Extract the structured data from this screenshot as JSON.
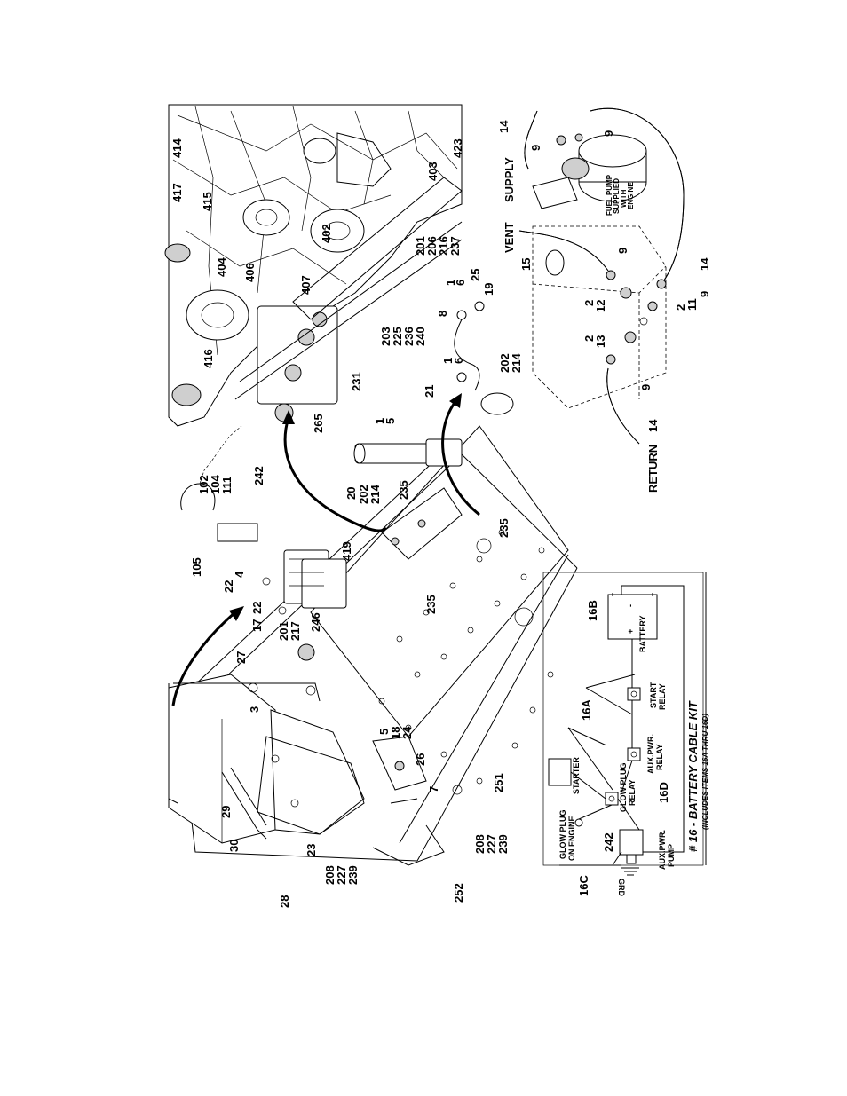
{
  "diagram": {
    "callouts": [
      {
        "id": "c414",
        "text": "414"
      },
      {
        "id": "c417",
        "text": "417"
      },
      {
        "id": "c415",
        "text": "415"
      },
      {
        "id": "c404",
        "text": "404"
      },
      {
        "id": "c406",
        "text": "406"
      },
      {
        "id": "c402",
        "text": "402"
      },
      {
        "id": "c407",
        "text": "407"
      },
      {
        "id": "c416",
        "text": "416"
      },
      {
        "id": "c403",
        "text": "403"
      },
      {
        "id": "c423",
        "text": "423"
      },
      {
        "id": "c201a",
        "text": "201"
      },
      {
        "id": "c206",
        "text": "206"
      },
      {
        "id": "c216",
        "text": "216"
      },
      {
        "id": "c237",
        "text": "237"
      },
      {
        "id": "c203",
        "text": "203"
      },
      {
        "id": "c225",
        "text": "225"
      },
      {
        "id": "c236",
        "text": "236"
      },
      {
        "id": "c240",
        "text": "240"
      },
      {
        "id": "c231",
        "text": "231"
      },
      {
        "id": "c265",
        "text": "265"
      },
      {
        "id": "c1a",
        "text": "1"
      },
      {
        "id": "c6a",
        "text": "6"
      },
      {
        "id": "c25",
        "text": "25"
      },
      {
        "id": "c19",
        "text": "19"
      },
      {
        "id": "c8",
        "text": "8"
      },
      {
        "id": "c1b",
        "text": "1"
      },
      {
        "id": "c6b",
        "text": "6"
      },
      {
        "id": "c202a",
        "text": "202"
      },
      {
        "id": "c214a",
        "text": "214"
      },
      {
        "id": "c1c",
        "text": "1"
      },
      {
        "id": "c5a",
        "text": "5"
      },
      {
        "id": "c21",
        "text": "21"
      },
      {
        "id": "c102",
        "text": "102"
      },
      {
        "id": "c104",
        "text": "104"
      },
      {
        "id": "c111",
        "text": "111"
      },
      {
        "id": "c242a",
        "text": "242"
      },
      {
        "id": "c20",
        "text": "20"
      },
      {
        "id": "c202b",
        "text": "202"
      },
      {
        "id": "c214b",
        "text": "214"
      },
      {
        "id": "c235a",
        "text": "235"
      },
      {
        "id": "c235b",
        "text": "235"
      },
      {
        "id": "c105",
        "text": "105"
      },
      {
        "id": "c419",
        "text": "419"
      },
      {
        "id": "c22a",
        "text": "22"
      },
      {
        "id": "c4",
        "text": "4"
      },
      {
        "id": "c22b",
        "text": "22"
      },
      {
        "id": "c17",
        "text": "17"
      },
      {
        "id": "c201b",
        "text": "201"
      },
      {
        "id": "c217",
        "text": "217"
      },
      {
        "id": "c246",
        "text": "246"
      },
      {
        "id": "c235c",
        "text": "235"
      },
      {
        "id": "c27",
        "text": "27"
      },
      {
        "id": "c3",
        "text": "3"
      },
      {
        "id": "c5b",
        "text": "5"
      },
      {
        "id": "c18",
        "text": "18"
      },
      {
        "id": "c24",
        "text": "24"
      },
      {
        "id": "c26",
        "text": "26"
      },
      {
        "id": "c7",
        "text": "7"
      },
      {
        "id": "c251",
        "text": "251"
      },
      {
        "id": "c29",
        "text": "29"
      },
      {
        "id": "c30",
        "text": "30"
      },
      {
        "id": "c28",
        "text": "28"
      },
      {
        "id": "c23",
        "text": "23"
      },
      {
        "id": "c208a",
        "text": "208"
      },
      {
        "id": "c227a",
        "text": "227"
      },
      {
        "id": "c239a",
        "text": "239"
      },
      {
        "id": "c252",
        "text": "252"
      },
      {
        "id": "c208b",
        "text": "208"
      },
      {
        "id": "c227b",
        "text": "227"
      },
      {
        "id": "c239b",
        "text": "239"
      },
      {
        "id": "c14a",
        "text": "14"
      },
      {
        "id": "c9a",
        "text": "9"
      },
      {
        "id": "c9b",
        "text": "9"
      },
      {
        "id": "c14b",
        "text": "14"
      },
      {
        "id": "c15",
        "text": "15"
      },
      {
        "id": "c9c",
        "text": "9"
      },
      {
        "id": "c2a",
        "text": "2"
      },
      {
        "id": "c12",
        "text": "12"
      },
      {
        "id": "c2b",
        "text": "2"
      },
      {
        "id": "c11",
        "text": "11"
      },
      {
        "id": "c9d",
        "text": "9"
      },
      {
        "id": "c2c",
        "text": "2"
      },
      {
        "id": "c13",
        "text": "13"
      },
      {
        "id": "c9e",
        "text": "9"
      },
      {
        "id": "c14c",
        "text": "14"
      },
      {
        "id": "c16B",
        "text": "16B"
      },
      {
        "id": "c16A",
        "text": "16A"
      },
      {
        "id": "c16C",
        "text": "16C"
      },
      {
        "id": "c16D",
        "text": "16D"
      },
      {
        "id": "c242b",
        "text": "242"
      }
    ],
    "fuel_labels": {
      "supply": "SUPPLY",
      "vent": "VENT",
      "return": "RETURN",
      "pump_note": [
        "FUEL PUMP",
        "SUPPLIED",
        "WITH",
        "ENGINE"
      ]
    },
    "schematic": {
      "battery": "BATTERY",
      "start_relay": [
        "START",
        "RELAY"
      ],
      "aux_pwr_relay": [
        "AUX.PWR.",
        "RELAY"
      ],
      "glow_plug_relay": [
        "GLOW PLUG",
        "RELAY"
      ],
      "starter": "STARTER",
      "glow_plug_engine": [
        "GLOW PLUG",
        "ON ENGINE"
      ],
      "aux_pwr_pump": [
        "AUX.PWR.",
        "PUMP"
      ],
      "grd": "GRD",
      "plus": "+",
      "minus": "-"
    },
    "kit_title": "# 16 - BATTERY CABLE KIT",
    "kit_subtitle": "(INCLUDES ITEMS 16A THRU 16D)"
  }
}
